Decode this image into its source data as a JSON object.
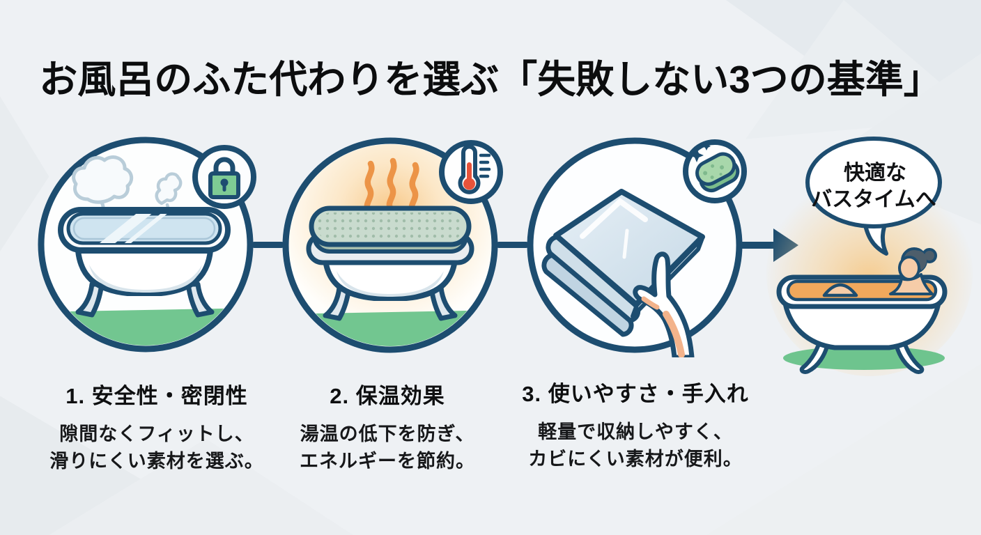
{
  "title": "お風呂のふた代わりを選ぶ「失敗しない3つの基準」",
  "steps": [
    {
      "heading": "1. 安全性・密閉性",
      "description": [
        "隙間なくフィットし、",
        "滑りにくい素材を選ぶ。"
      ],
      "badge_icon": "lock-icon",
      "illustration": "steaming-bathtub-with-clear-lid"
    },
    {
      "heading": "2. 保温効果",
      "description": [
        "湯温の低下を防ぎ、",
        "エネルギーを節約。"
      ],
      "badge_icon": "thermometer-icon",
      "illustration": "covered-bathtub-retaining-heat"
    },
    {
      "heading": "3. 使いやすさ・手入れ",
      "description": [
        "軽量で収納しやすく、",
        "カビにくい素材が便利。"
      ],
      "badge_icon": "sponge-icon",
      "illustration": "hand-holding-folded-bath-sheet"
    }
  ],
  "result": {
    "speech_bubble_line1": "快適な",
    "speech_bubble_line2": "バスタイムへ",
    "illustration": "woman-relaxing-in-warm-bathtub"
  },
  "colors": {
    "outline_navy": "#1d4d70",
    "floor_green": "#72c690",
    "lock_green": "#7ecb94",
    "sponge_green": "#a8d7ab",
    "heat_orange": "#ec9447",
    "glow_orange": "#f7c27c",
    "thermometer_red": "#e8533a",
    "bath_water_orange": "#f0a85c",
    "water_blue": "#cfe4f0",
    "mat_blue": "#cfdfe9",
    "skin": "#f6cca8",
    "background": "#eef1f4",
    "text": "#0e0f10"
  }
}
